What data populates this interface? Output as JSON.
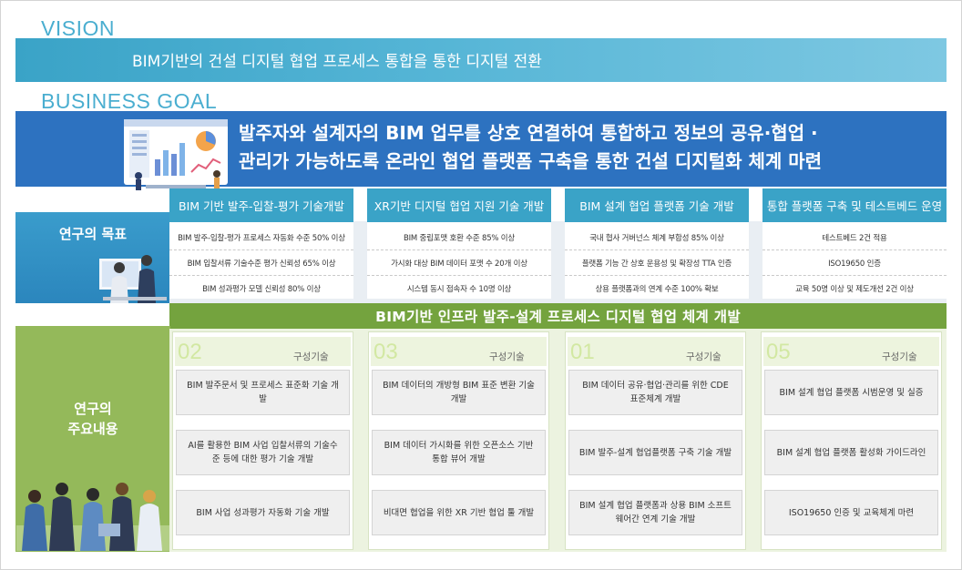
{
  "vision": {
    "heading": "VISION",
    "text": "BIM기반의 건설 디지털 협업 프로세스 통합을 통한 디지털 전환"
  },
  "business_goal": {
    "heading": "BUSINESS GOAL",
    "line1": "발주자와 설계자의 BIM 업무를 상호 연결하여 통합하고 정보의 공유·협업 ·",
    "line2": "관리가 가능하도록 온라인 협업 플랫폼 구축을 통한 건설 디지털화 체계 마련"
  },
  "research_objectives": {
    "label": "연구의 목표",
    "columns": [
      {
        "title": "BIM 기반 발주-입찰-평가 기술개발",
        "items": [
          "BIM 발주-입찰-평가 프로세스 자동화 수준 50% 이상",
          "BIM 입찰서류 기술수준 평가 신뢰성 65% 이상",
          "BIM 성과평가 모델 신뢰성 80% 이상"
        ]
      },
      {
        "title": "XR기반 디지털 협업 지원 기술 개발",
        "items": [
          "BIM 중립포맷 호환 수준 85% 이상",
          "가시화 대상 BIM 데이터 포맷 수 20개 이상",
          "시스템 동시 접속자 수 10명 이상"
        ]
      },
      {
        "title": "BIM 설계 협업 플랫폼 기술 개발",
        "items": [
          "국내 협사 거버넌스 체계 부합성 85% 이상",
          "플랫폼 기능 간 상호 운용성 및 확장성 TTA 인증",
          "상용 플랫폼과의 연계 수준 100% 확보"
        ]
      },
      {
        "title": "통합 플랫폼 구축 및 테스트베드 운영",
        "items": [
          "테스트베드 2건 적용",
          "ISO19650 인증",
          "교육 50명 이상 및 제도개선 2건 이상"
        ]
      }
    ]
  },
  "main_content": {
    "label_line1": "연구의",
    "label_line2": "주요내용",
    "banner": "BIM기반 인프라 발주-설계 프로세스 디지털 협업 체계 개발",
    "columns": [
      {
        "number": "02",
        "tag": "구성기술",
        "items": [
          "BIM 발주문서 및 프로세스 표준화 기술 개발",
          "AI를 활용한 BIM 사업 입찰서류의 기술수준 등에 대한 평가 기술 개발",
          "BIM 사업 성과평가 자동화 기술 개발"
        ]
      },
      {
        "number": "03",
        "tag": "구성기술",
        "items": [
          "BIM 데이터의 개방형 BIM 표준 변환 기술 개발",
          "BIM 데이터 가시화를 위한 오픈소스 기반 통합 뷰어 개발",
          "비대면 협업을 위한 XR 기반 협업 툴 개발"
        ]
      },
      {
        "number": "01",
        "tag": "구성기술",
        "items": [
          "BIM 데이터 공유·협업·관리를 위한 CDE 표준체계 개발",
          "BIM 발주-설계 협업플랫폼 구축 기술 개발",
          "BIM 설계 협업 플랫폼과 상용 BIM 소프트웨어간 연계 기술 개발"
        ]
      },
      {
        "number": "05",
        "tag": "구성기술",
        "items": [
          "BIM 설계 협업 플랫폼 시범운영 및 실증",
          "BIM 설계 협업 플랫폼 활성화 가이드라인",
          "ISO19650 인증 및 교육체계 마련"
        ]
      }
    ]
  },
  "colors": {
    "vision_bar": "#3aa3c7",
    "goal_bar": "#2d72c0",
    "objective_header": "#3aa3c7",
    "content_label": "#94b95a",
    "content_banner": "#74a33e"
  },
  "icons": [
    "dashboard-illustration",
    "two-people-illustration",
    "team-meeting-illustration"
  ]
}
